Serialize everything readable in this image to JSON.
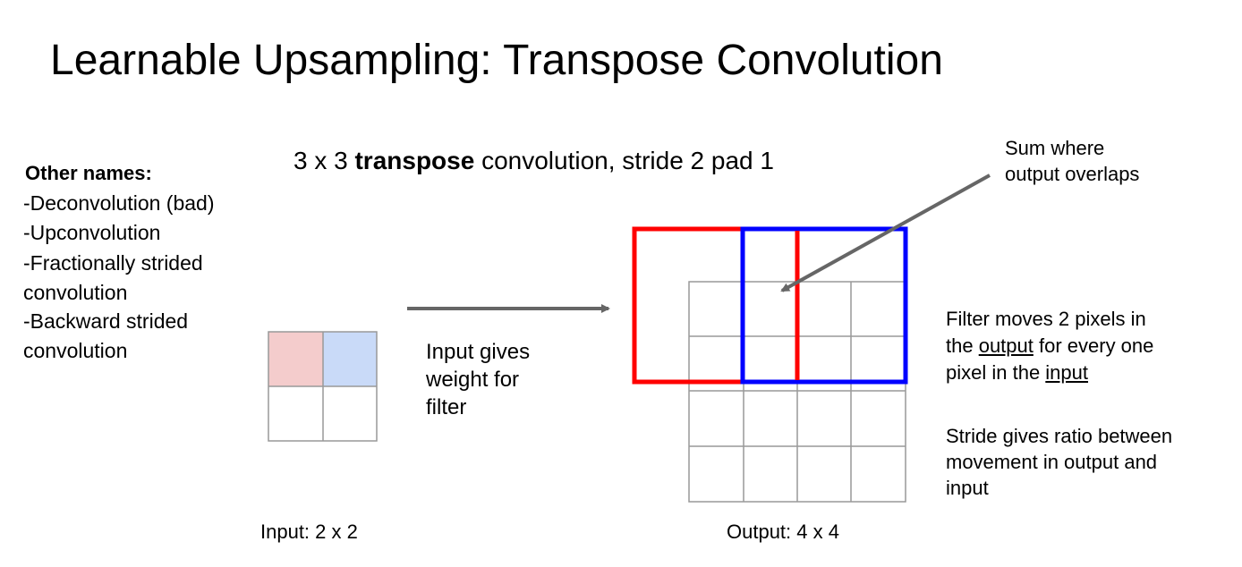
{
  "title": "Learnable Upsampling: Transpose Convolution",
  "subtitle": {
    "prefix": "3 x 3 ",
    "bold": "transpose",
    "suffix": " convolution, stride 2 pad 1"
  },
  "other_names": {
    "heading": "Other names:",
    "lines": [
      "-Deconvolution (bad)",
      "-Upconvolution",
      "-Fractionally strided",
      "convolution",
      "-Backward strided",
      "convolution"
    ]
  },
  "notes": {
    "sum": "Sum where\noutput overlaps",
    "input": "Input gives\nweight for\nfilter",
    "filter": {
      "p1": "Filter moves 2 pixels in",
      "p2": "the ",
      "u1": "output",
      "p3": " for every one",
      "p4": "pixel in the ",
      "u2": "input"
    },
    "stride": "Stride gives ratio between\nmovement in output and\ninput"
  },
  "captions": {
    "input": "Input: 2 x 2",
    "output": "Output: 4 x 4"
  },
  "colors": {
    "red": "#ff0000",
    "blue": "#0000ff",
    "pink_cell": "#f4cccc",
    "blue_cell": "#c9daf8",
    "grid": "#999999",
    "arrow": "#666666"
  }
}
